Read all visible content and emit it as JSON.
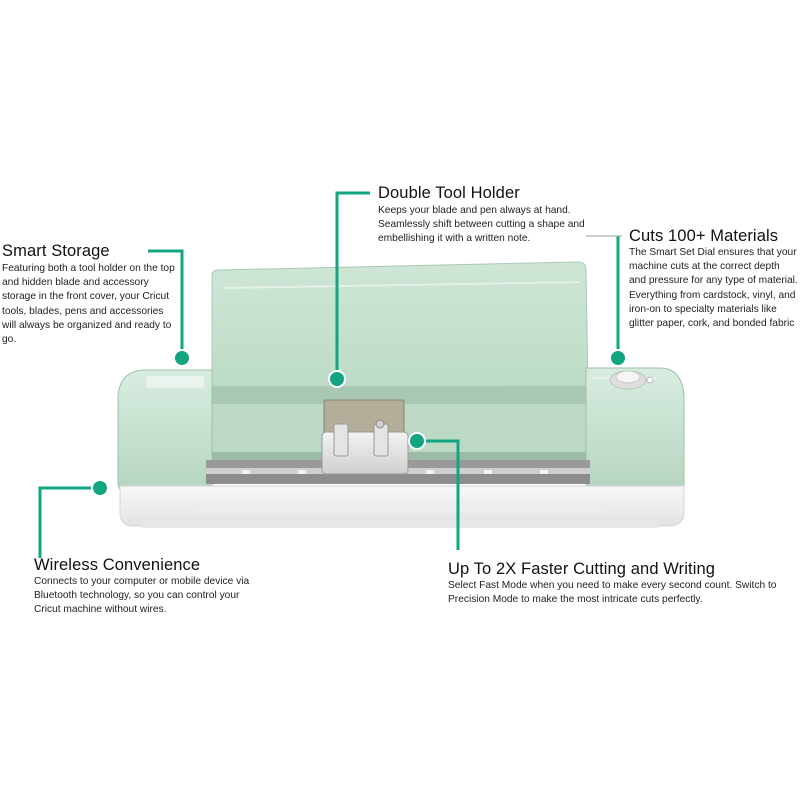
{
  "accent_color": "#12a581",
  "machine": {
    "body_color": "#cfe7d6",
    "body_shadow_color": "#a9c9b4",
    "base_color": "#f1f1f1",
    "dial_icon": "dial-icon"
  },
  "callouts": [
    {
      "id": "double-tool-holder",
      "title": "Double Tool Holder",
      "description": "Keeps your blade and pen always at hand. Seamlessly shift between cutting a shape and embellishing it with a written note."
    },
    {
      "id": "smart-storage",
      "title": "Smart Storage",
      "description": "Featuring both a tool holder on the top and hidden blade and accessory storage in the front cover, your Cricut tools, blades, pens and accessories will always be organized and ready to go."
    },
    {
      "id": "cuts-100-materials",
      "title": "Cuts 100+ Materials",
      "description": "The Smart Set Dial ensures that your machine cuts at the correct depth and pressure for any type of material. Everything from cardstock, vinyl, and iron-on to specialty materials like glitter paper, cork, and bonded fabric"
    },
    {
      "id": "wireless-convenience",
      "title": "Wireless Convenience",
      "description": "Connects to your computer or mobile device via Bluetooth technology, so you can control your Cricut machine without wires."
    },
    {
      "id": "faster-cutting",
      "title": "Up To 2X Faster Cutting and Writing",
      "description": "Select Fast Mode when you need to make every second count. Switch to Precision Mode to make the most intricate cuts perfectly."
    }
  ]
}
